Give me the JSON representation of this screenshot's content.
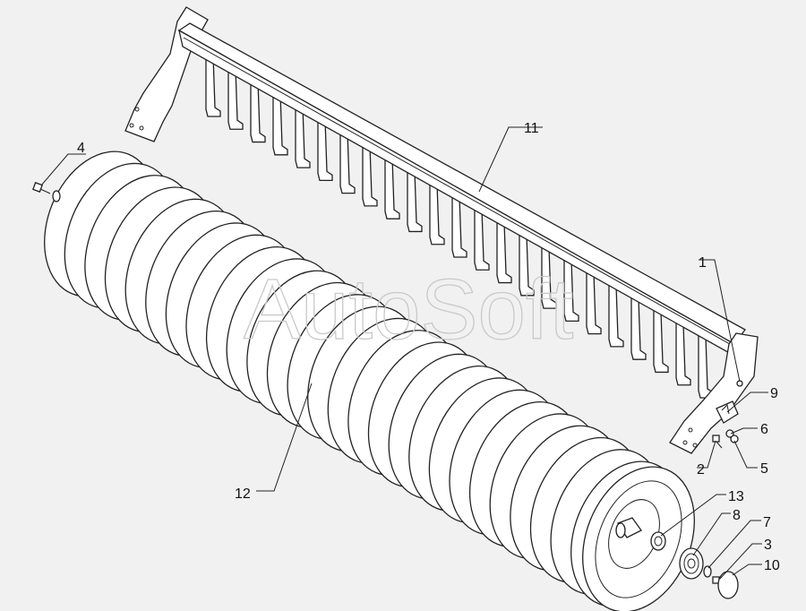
{
  "watermark": "AutoSoft",
  "callouts": [
    {
      "id": "1",
      "text": "1"
    },
    {
      "id": "2",
      "text": "2"
    },
    {
      "id": "3",
      "text": "3"
    },
    {
      "id": "4",
      "text": "4"
    },
    {
      "id": "5",
      "text": "5"
    },
    {
      "id": "6",
      "text": "6"
    },
    {
      "id": "7",
      "text": "7"
    },
    {
      "id": "8",
      "text": "8"
    },
    {
      "id": "9",
      "text": "9"
    },
    {
      "id": "10",
      "text": "10"
    },
    {
      "id": "11",
      "text": "11"
    },
    {
      "id": "12",
      "text": "12"
    },
    {
      "id": "13",
      "text": "13"
    }
  ],
  "diagram": {
    "roller_disc_count": 27,
    "scraper_tine_count": 23
  }
}
